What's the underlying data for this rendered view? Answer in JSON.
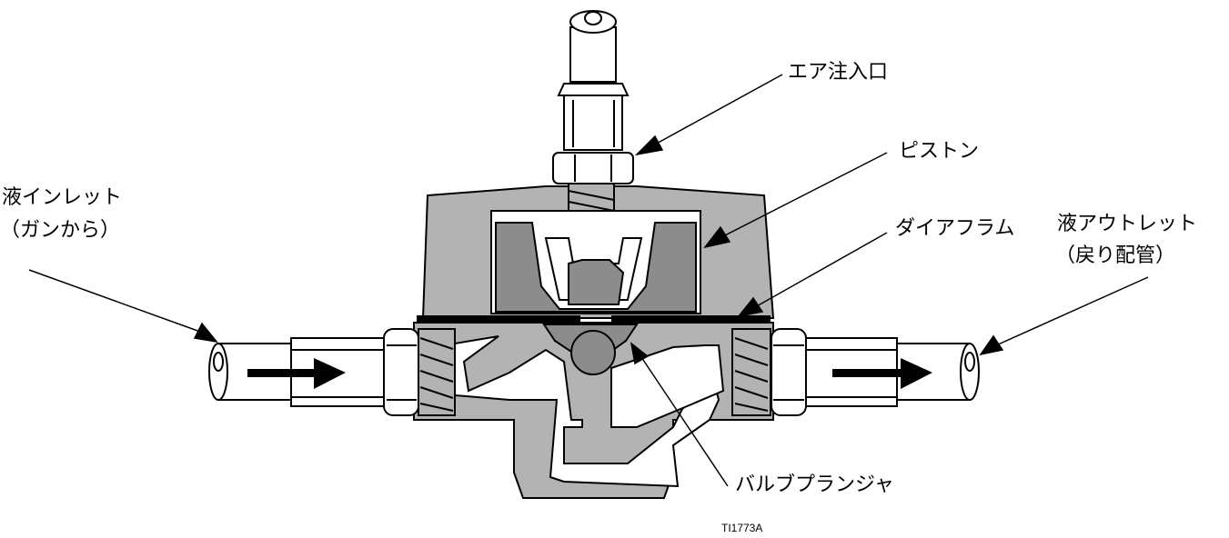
{
  "labels": {
    "air_inlet": "エア注入口",
    "piston": "ピストン",
    "fluid_inlet_line1": "液インレット",
    "fluid_inlet_line2": "（ガンから）",
    "diaphragm": "ダイアフラム",
    "fluid_outlet_line1": "液アウトレット",
    "fluid_outlet_line2": "（戻り配管）",
    "valve_plunger": "バルブプランジャ"
  },
  "figure_id": "TI1773A",
  "colors": {
    "body_gray": "#b3b3b3",
    "dark_gray": "#8c8c8c",
    "line": "#000000",
    "background": "#ffffff"
  }
}
